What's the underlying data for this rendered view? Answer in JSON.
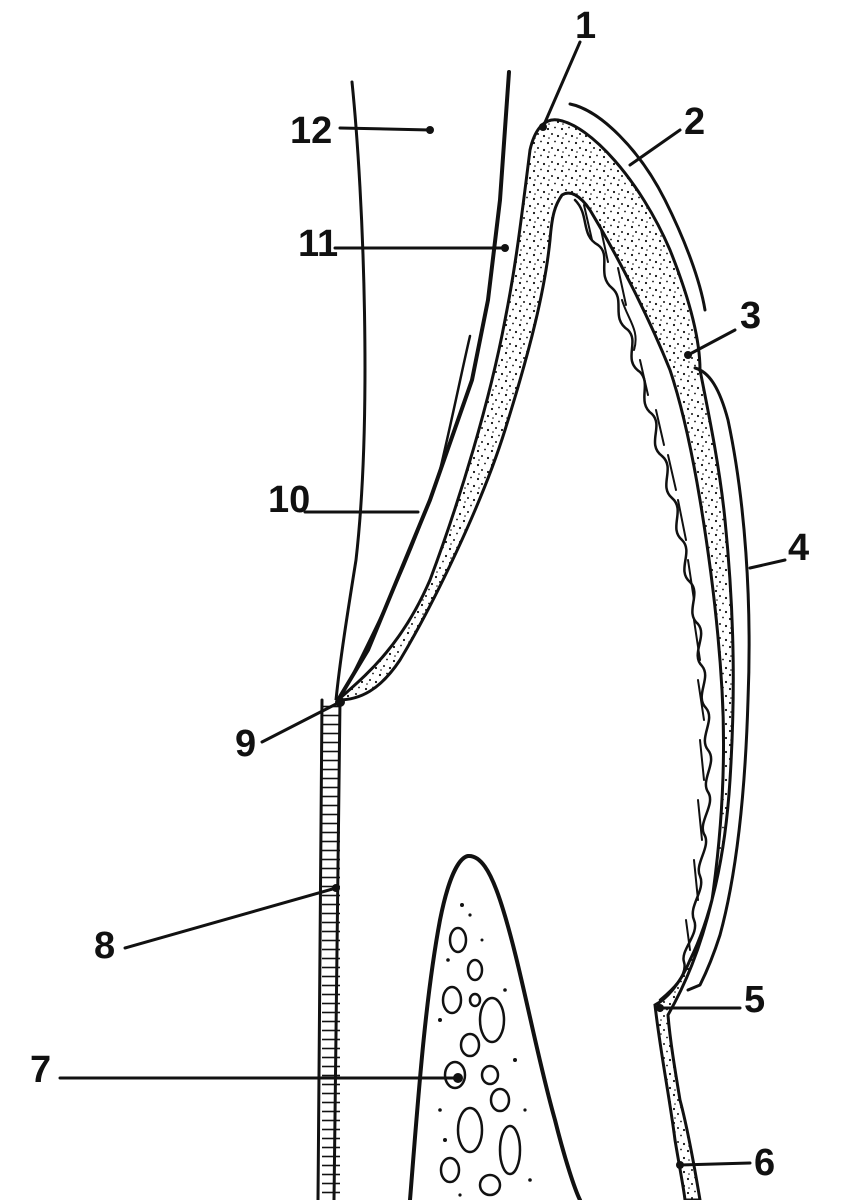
{
  "labels": {
    "l1": "1",
    "l2": "2",
    "l3": "3",
    "l4": "4",
    "l5": "5",
    "l6": "6",
    "l7": "7",
    "l8": "8",
    "l9": "9",
    "l10": "10",
    "l11": "11",
    "l12": "12"
  },
  "colors": {
    "ink": "#111111",
    "background": "#ffffff"
  }
}
